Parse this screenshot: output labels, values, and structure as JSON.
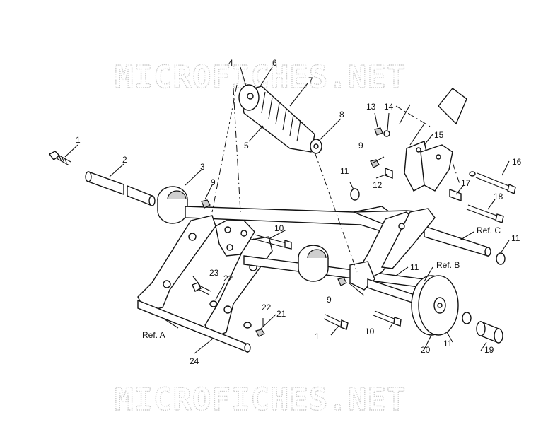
{
  "watermarks": [
    "MICROFICHES.NET",
    "MICROFICHES.NET"
  ],
  "callouts": [
    {
      "id": "c1a",
      "text": "1"
    },
    {
      "id": "c2",
      "text": "2"
    },
    {
      "id": "c3",
      "text": "3"
    },
    {
      "id": "c4",
      "text": "4"
    },
    {
      "id": "c5",
      "text": "5"
    },
    {
      "id": "c6",
      "text": "6"
    },
    {
      "id": "c7",
      "text": "7"
    },
    {
      "id": "c8",
      "text": "8"
    },
    {
      "id": "c9a",
      "text": "9"
    },
    {
      "id": "c9b",
      "text": "9"
    },
    {
      "id": "c9c",
      "text": "9"
    },
    {
      "id": "c10a",
      "text": "10"
    },
    {
      "id": "c10b",
      "text": "10"
    },
    {
      "id": "c11a",
      "text": "11"
    },
    {
      "id": "c11b",
      "text": "11"
    },
    {
      "id": "c11c",
      "text": "11"
    },
    {
      "id": "c11d",
      "text": "11"
    },
    {
      "id": "c12",
      "text": "12"
    },
    {
      "id": "c13",
      "text": "13"
    },
    {
      "id": "c14",
      "text": "14"
    },
    {
      "id": "c15",
      "text": "15"
    },
    {
      "id": "c16",
      "text": "16"
    },
    {
      "id": "c17",
      "text": "17"
    },
    {
      "id": "c18",
      "text": "18"
    },
    {
      "id": "c19",
      "text": "19"
    },
    {
      "id": "c20",
      "text": "20"
    },
    {
      "id": "c21",
      "text": "21"
    },
    {
      "id": "c22a",
      "text": "22"
    },
    {
      "id": "c22b",
      "text": "22"
    },
    {
      "id": "c23",
      "text": "23"
    },
    {
      "id": "c24",
      "text": "24"
    },
    {
      "id": "c1b",
      "text": "1"
    }
  ],
  "references": [
    {
      "id": "refA",
      "text": "Ref. A"
    },
    {
      "id": "refB",
      "text": "Ref. B"
    },
    {
      "id": "refC",
      "text": "Ref. C"
    }
  ]
}
